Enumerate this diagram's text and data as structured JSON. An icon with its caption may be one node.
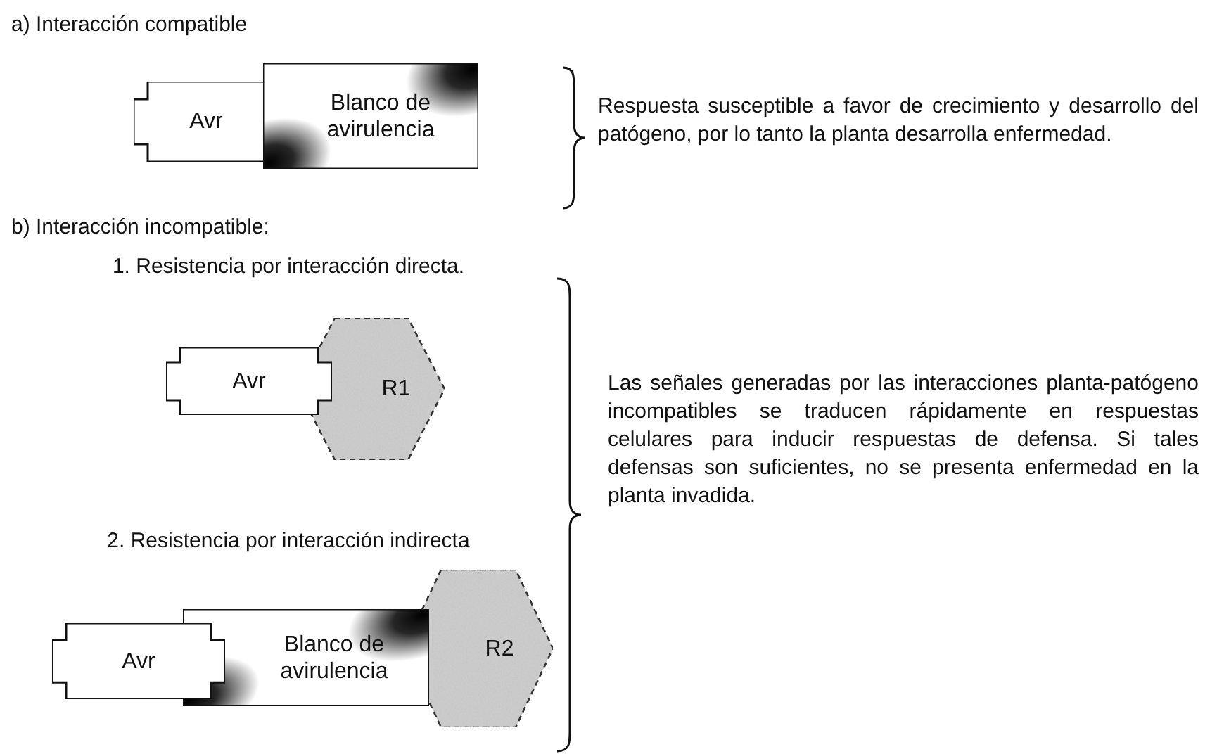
{
  "diagram": {
    "nodes": [
      {
        "text": [
          "Avr"
        ]
      },
      {
        "text": [
          "Blanco de avirulencia"
        ]
      },
      {
        "text": [
          "Avr"
        ]
      },
      {
        "text": [
          "R1"
        ]
      },
      {
        "text": [
          "Avr"
        ]
      },
      {
        "text": [
          "Blanco de avirulencia"
        ]
      },
      {
        "text": [
          "R2"
        ]
      }
    ],
    "edges": [],
    "labels": [
      "a) Interacción compatible",
      "Respuesta susceptible a favor de crecimiento y desarrollo del patógeno, por lo tanto la planta desarrolla enfermedad.",
      "b) Interacción incompatible:",
      "1. Resistencia por interacción directa.",
      "Las señales generadas por las interacciones planta-patógeno incompatibles se traducen rápidamente en respuestas celulares para inducir respuestas de defensa. Si tales defensas son suficientes, no se presenta enfermedad en la planta invadida.",
      "2. Resistencia por interacción indirecta"
    ]
  }
}
